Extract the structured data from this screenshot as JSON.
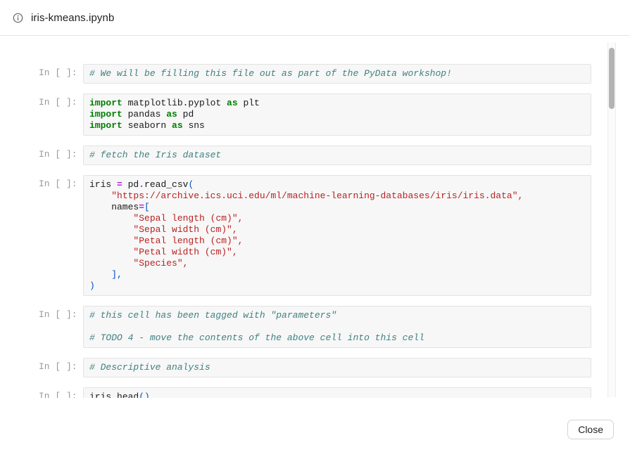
{
  "header": {
    "title": "iris-kmeans.ipynb",
    "icon": "info-icon"
  },
  "notebook": {
    "prompt": "In [ ]:",
    "cells": [
      {
        "lines": [
          [
            [
              "c",
              "# We will be filling this file out as part of the PyData workshop!"
            ]
          ]
        ]
      },
      {
        "lines": [
          [
            [
              "k",
              "import"
            ],
            [
              "t",
              " matplotlib.pyplot "
            ],
            [
              "k",
              "as"
            ],
            [
              "t",
              " plt"
            ]
          ],
          [
            [
              "k",
              "import"
            ],
            [
              "t",
              " pandas "
            ],
            [
              "k",
              "as"
            ],
            [
              "t",
              " pd"
            ]
          ],
          [
            [
              "k",
              "import"
            ],
            [
              "t",
              " seaborn "
            ],
            [
              "k",
              "as"
            ],
            [
              "t",
              " sns"
            ]
          ]
        ]
      },
      {
        "lines": [
          [
            [
              "c",
              "# fetch the Iris dataset"
            ]
          ]
        ]
      },
      {
        "lines": [
          [
            [
              "t",
              "iris "
            ],
            [
              "o",
              "="
            ],
            [
              "t",
              " pd"
            ],
            [
              "o",
              "."
            ],
            [
              "t",
              "read_csv"
            ],
            [
              "p",
              "("
            ]
          ],
          [
            [
              "t",
              "    "
            ],
            [
              "s",
              "\"https://archive.ics.uci.edu/ml/machine-learning-databases/iris/iris.data\","
            ]
          ],
          [
            [
              "t",
              "    names"
            ],
            [
              "o",
              "="
            ],
            [
              "p",
              "["
            ]
          ],
          [
            [
              "t",
              "        "
            ],
            [
              "s",
              "\"Sepal length (cm)\","
            ]
          ],
          [
            [
              "t",
              "        "
            ],
            [
              "s",
              "\"Sepal width (cm)\","
            ]
          ],
          [
            [
              "t",
              "        "
            ],
            [
              "s",
              "\"Petal length (cm)\","
            ]
          ],
          [
            [
              "t",
              "        "
            ],
            [
              "s",
              "\"Petal width (cm)\","
            ]
          ],
          [
            [
              "t",
              "        "
            ],
            [
              "s",
              "\"Species\","
            ]
          ],
          [
            [
              "t",
              "    "
            ],
            [
              "p",
              "],"
            ]
          ],
          [
            [
              "p",
              ")"
            ]
          ]
        ]
      },
      {
        "lines": [
          [
            [
              "c",
              "# this cell has been tagged with \"parameters\""
            ]
          ],
          [],
          [
            [
              "c",
              "# TODO 4 - move the contents of the above cell into this cell"
            ]
          ]
        ]
      },
      {
        "lines": [
          [
            [
              "c",
              "# Descriptive analysis"
            ]
          ]
        ]
      },
      {
        "lines": [
          [
            [
              "t",
              "iris"
            ],
            [
              "o",
              "."
            ],
            [
              "t",
              "head"
            ],
            [
              "p",
              "()"
            ]
          ]
        ]
      }
    ]
  },
  "footer": {
    "close_label": "Close"
  },
  "colors": {
    "keyword": "#008000",
    "operator": "#aa22d4",
    "string": "#ba2121",
    "comment": "#408080",
    "punct": "#0550c8",
    "text": "#1a1a1a",
    "cell_bg": "#f7f7f7",
    "cell_border": "#e3e3e3",
    "scroll_thumb": "#b3b3b3"
  }
}
